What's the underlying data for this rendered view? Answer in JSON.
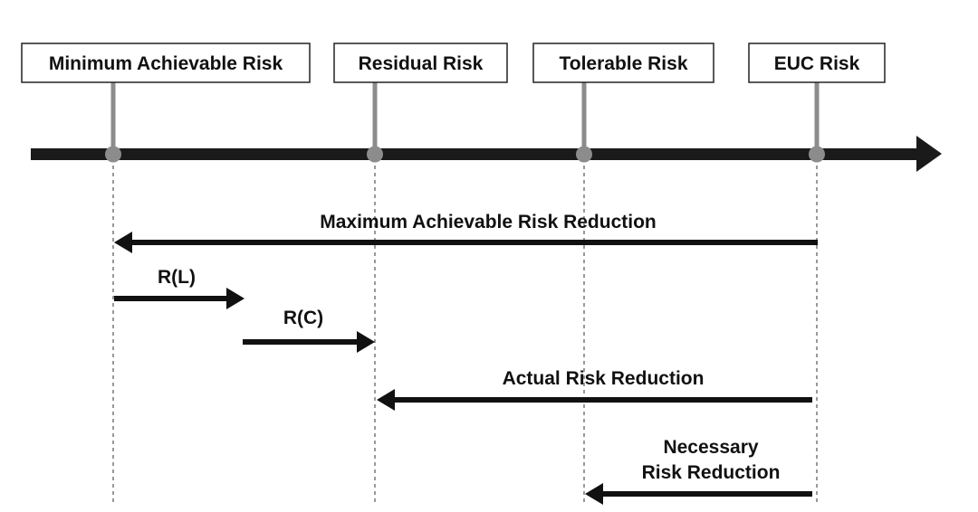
{
  "markers": [
    {
      "id": "minimum-achievable-risk",
      "label": "Minimum Achievable Risk"
    },
    {
      "id": "residual-risk",
      "label": "Residual Risk"
    },
    {
      "id": "tolerable-risk",
      "label": "Tolerable Risk"
    },
    {
      "id": "euc-risk",
      "label": "EUC Risk"
    }
  ],
  "arrows": {
    "maximum_achievable": {
      "label": "Maximum Achievable Risk Reduction"
    },
    "r_l": {
      "label": "R(L)"
    },
    "r_c": {
      "label": "R(C)"
    },
    "actual": {
      "label": "Actual Risk Reduction"
    },
    "necessary": {
      "label_line1": "Necessary",
      "label_line2": "Risk Reduction"
    }
  },
  "colors": {
    "axis": "#1a1a1a",
    "stem": "#8c8c8c",
    "dot": "#8c8c8c",
    "dashed": "#555555",
    "arrow": "#111111",
    "box_border": "#222222"
  }
}
